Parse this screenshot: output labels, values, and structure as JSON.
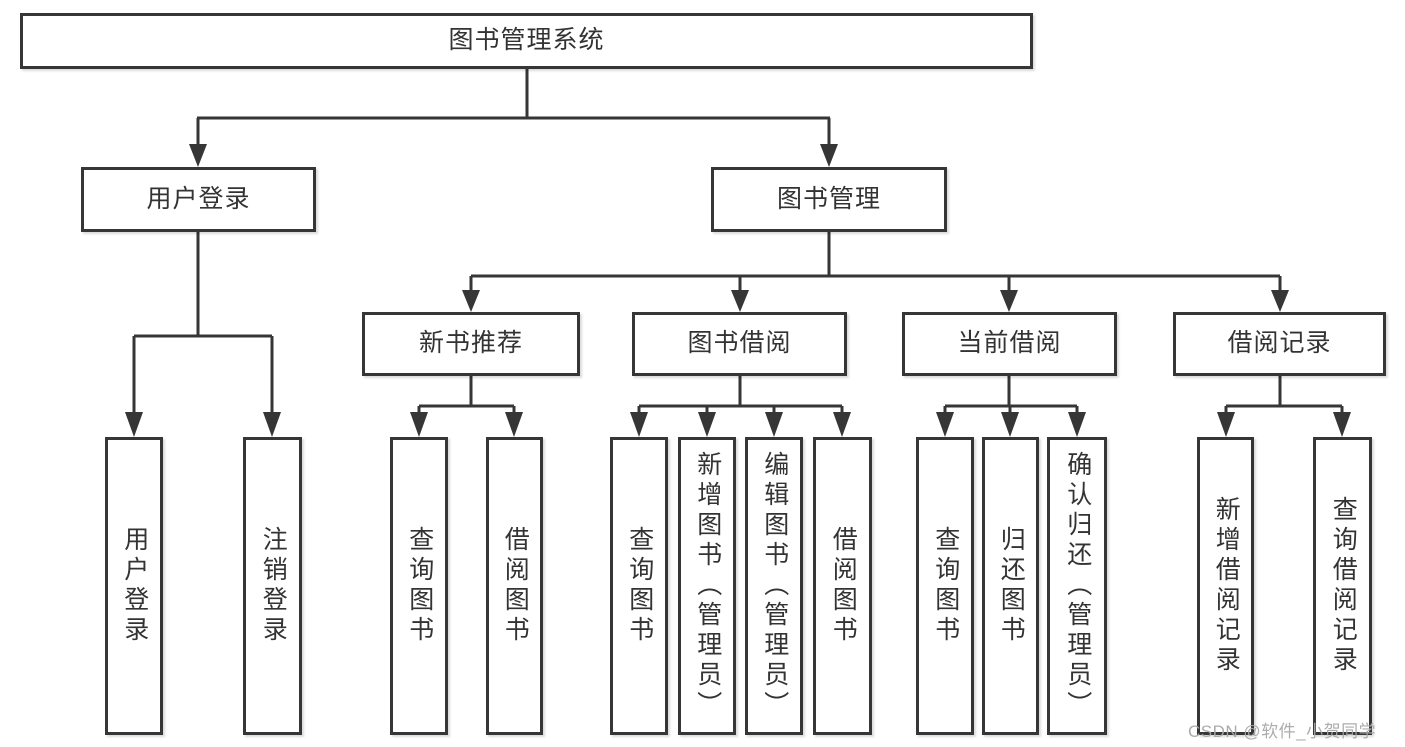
{
  "tree": {
    "root": {
      "label": "图书管理系统"
    },
    "level2": [
      {
        "label": "用户登录",
        "leaves": [
          {
            "label": "用户登录"
          },
          {
            "label": "注销登录"
          }
        ]
      },
      {
        "label": "图书管理",
        "groups": [
          {
            "label": "新书推荐",
            "leaves": [
              {
                "label": "查询图书"
              },
              {
                "label": "借阅图书"
              }
            ]
          },
          {
            "label": "图书借阅",
            "leaves": [
              {
                "label": "查询图书"
              },
              {
                "label": "新增图书（管理员）"
              },
              {
                "label": "编辑图书（管理员）"
              },
              {
                "label": "借阅图书"
              }
            ]
          },
          {
            "label": "当前借阅",
            "leaves": [
              {
                "label": "查询图书"
              },
              {
                "label": "归还图书"
              },
              {
                "label": "确认归还（管理员）"
              }
            ]
          },
          {
            "label": "借阅记录",
            "leaves": [
              {
                "label": "新增借阅记录"
              },
              {
                "label": "查询借阅记录"
              }
            ]
          }
        ]
      }
    ]
  },
  "watermark": {
    "text": "CSDN @软件_小贺同学"
  },
  "colors": {
    "line": "#363636",
    "text": "#333333",
    "watermark": "#a8a8a8",
    "background": "#ffffff"
  }
}
